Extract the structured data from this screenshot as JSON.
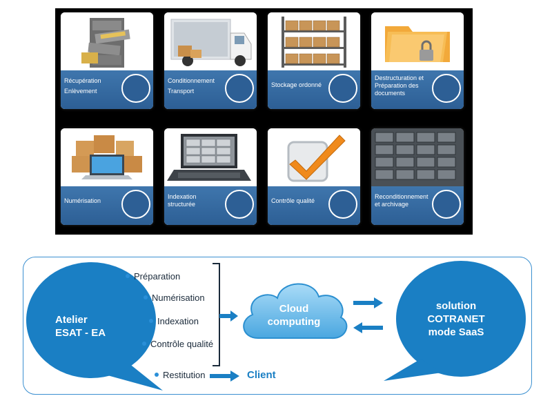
{
  "tiles": [
    {
      "label": "Récupération\nEnlèvement",
      "icon": "filing-cabinet-icon"
    },
    {
      "label": "Conditionnement\nTransport",
      "icon": "truck-icon"
    },
    {
      "label": "Stockage ordonné",
      "icon": "storage-shelves-icon"
    },
    {
      "label": "Destructuration et\nPréparation des\ndocuments",
      "icon": "locked-folder-icon"
    },
    {
      "label": "Numérisation",
      "icon": "laptop-boxes-icon"
    },
    {
      "label": "Indexation\nstructurée",
      "icon": "laptop-drawers-icon"
    },
    {
      "label": "Contrôle qualité",
      "icon": "checkmark-icon"
    },
    {
      "label": "Reconditionnement\net archivage",
      "icon": "archive-drawers-icon"
    }
  ],
  "flow": {
    "left_bubble": {
      "line1": "Atelier",
      "line2": "ESAT - EA"
    },
    "steps": [
      "Préparation",
      "Numérisation",
      "Indexation",
      "Contrôle qualité",
      "Restitution"
    ],
    "cloud": {
      "line1": "Cloud",
      "line2": "computing"
    },
    "right_bubble": {
      "line1": "solution",
      "line2": "COTRANET",
      "line3": "mode SaaS"
    },
    "client": "Client"
  },
  "colors": {
    "accent": "#1a7fc4",
    "tile_band": "#2d5f95",
    "cloud": "#6ab8e8",
    "client_text": "#1a7fc4"
  }
}
